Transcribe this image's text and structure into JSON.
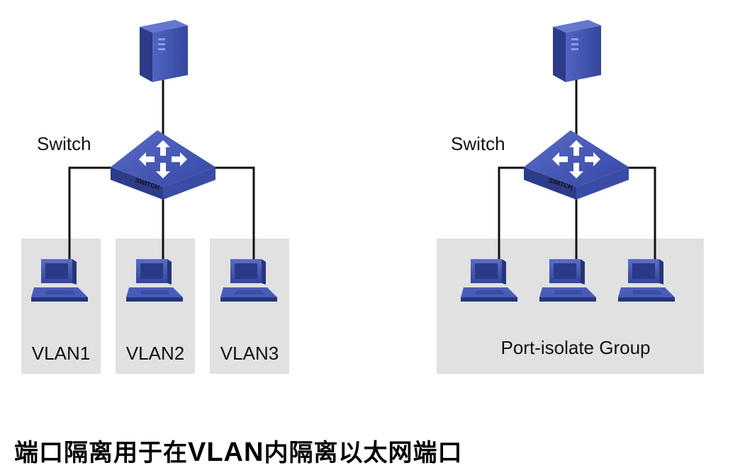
{
  "left": {
    "switch_label": "Switch",
    "switch_text": "SWITCH",
    "vlans": [
      "VLAN1",
      "VLAN2",
      "VLAN3"
    ]
  },
  "right": {
    "switch_label": "Switch",
    "switch_text": "SWITCH",
    "group_label": "Port-isolate Group"
  },
  "caption": {
    "part1": "端口隔离用于在",
    "part2": "VLAN",
    "part3": "内隔离以太网端口"
  },
  "colors": {
    "device": "#3a4fa8",
    "device_dark": "#26357a",
    "zone_bg": "#e1e1e1",
    "wire": "#111111"
  }
}
